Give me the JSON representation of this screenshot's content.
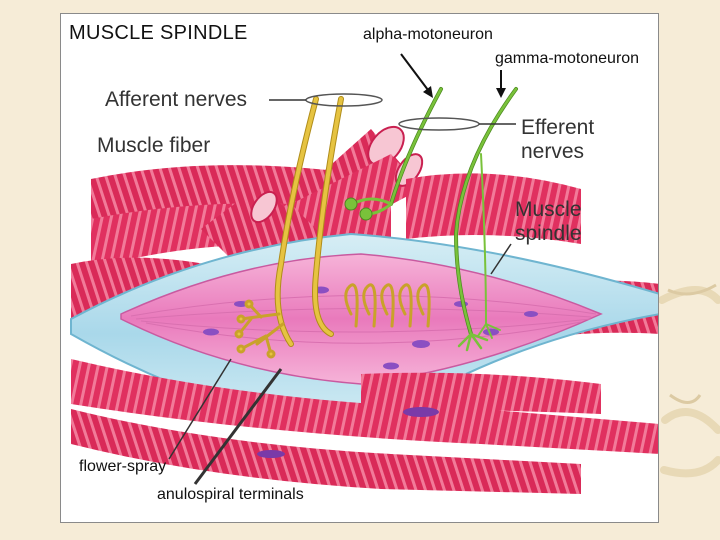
{
  "title": "MUSCLE SPINDLE",
  "labels": {
    "alpha": "alpha-motoneuron",
    "gamma": "gamma-motoneuron",
    "afferent": "Afferent nerves",
    "muscle_fiber": "Muscle fiber",
    "efferent": "Efferent\nnerves",
    "muscle_spindle": "Muscle\nspindle",
    "flower_spray": "flower-spray",
    "anulospiral": "anulospiral terminals"
  },
  "colors": {
    "muscle": "#e0305f",
    "muscle_stripe": "#f27a99",
    "spindle_capsule": "#bfe3ef",
    "spindle_core": "#f08fc6",
    "nucleus": "#8a4fc2",
    "afferent_nerve": "#e6c341",
    "efferent_nerve": "#79c23a",
    "background": "#f6ecd7"
  }
}
